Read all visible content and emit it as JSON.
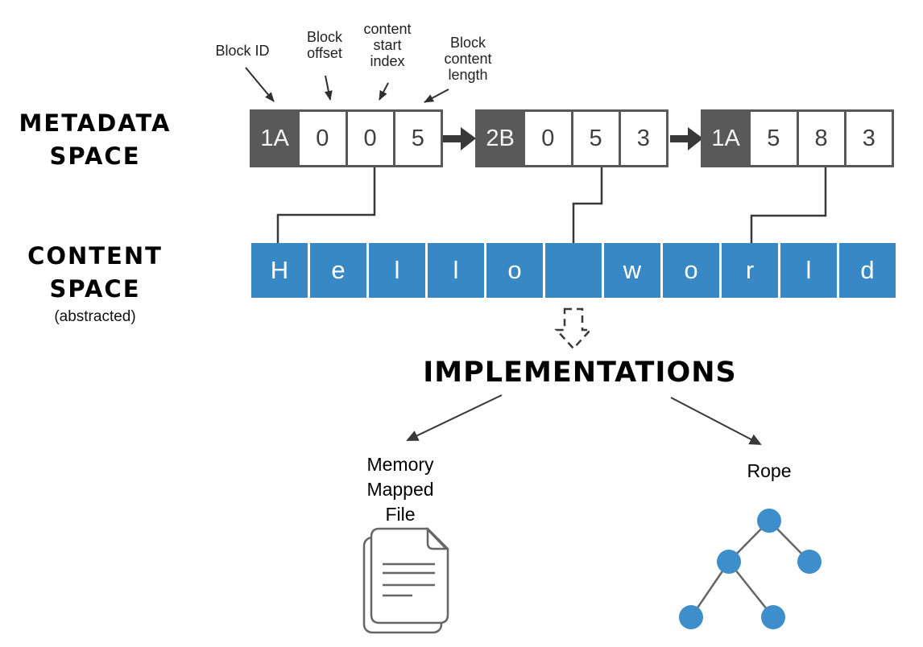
{
  "headings": {
    "metadata_space": "METADATA\nSPACE",
    "content_space": "CONTENT\nSPACE",
    "content_space_note": "(abstracted)",
    "implementations": "IMPLEMENTATIONS"
  },
  "field_annotations": [
    {
      "label": "Block ID"
    },
    {
      "label": "Block\noffset"
    },
    {
      "label": "content\nstart\nindex"
    },
    {
      "label": "Block\ncontent\nlength"
    }
  ],
  "metadata_blocks": [
    {
      "cells": [
        "1A",
        "0",
        "0",
        "5"
      ]
    },
    {
      "cells": [
        "2B",
        "0",
        "5",
        "3"
      ]
    },
    {
      "cells": [
        "1A",
        "5",
        "8",
        "3"
      ]
    }
  ],
  "content_cells": [
    "H",
    "e",
    "l",
    "l",
    "o",
    " ",
    "w",
    "o",
    "r",
    "l",
    "d"
  ],
  "implementations": [
    {
      "name": "Memory\nMapped\nFile",
      "icon": "memory-mapped-file-icon"
    },
    {
      "name": "Rope",
      "icon": "rope-tree-icon"
    }
  ],
  "colors": {
    "block_gray": "#595959",
    "content_blue": "#3788c4",
    "tree_blue": "#3e8ecb",
    "arrow_dark": "#383838",
    "icon_gray": "#666666"
  }
}
